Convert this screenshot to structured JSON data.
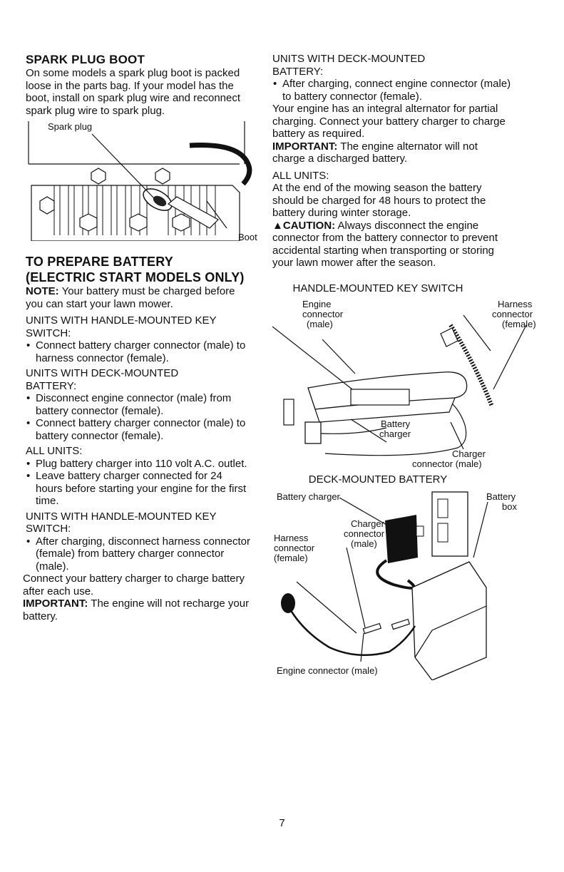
{
  "spark": {
    "heading": "SPARK PLUG BOOT",
    "body": "On some models a spark plug boot is packed loose in the parts bag. If your model has the boot, install on spark plug wire and reconnect spark plug wire to spark plug.",
    "fig_label_plug": "Spark plug",
    "fig_label_boot": "Boot"
  },
  "prepare": {
    "heading_line1": "TO PREPARE BATTERY",
    "heading_line2": "(ELECTRIC START MODELS ONLY)",
    "note_label": "NOTE:",
    "note_text": " Your battery must be charged before you can start your lawn mower.",
    "handle_heading": "UNITS WITH HANDLE-MOUNTED KEY SWITCH:",
    "handle_items": [
      "Connect battery charger connector (male) to harness connector (female)."
    ],
    "deck_heading": "UNITS WITH DECK-MOUNTED BATTERY:",
    "deck_items": [
      "Disconnect engine connector (male) from battery connector (female).",
      "Connect battery charger connector (male) to battery connector (female)."
    ],
    "all_heading": "ALL UNITS:",
    "all_items": [
      "Plug battery charger into 110 volt A.C. outlet.",
      "Leave battery charger connected for 24 hours before starting your engine for the first time."
    ],
    "handle2_heading": "UNITS WITH HANDLE-MOUNTED KEY SWITCH:",
    "handle2_items": [
      "After charging, disconnect harness connector (female) from battery charger connector (male)."
    ],
    "connect_text": "Connect your battery charger to charge battery after each use.",
    "important_label": "IMPORTANT:",
    "important_text": " The engine will not recharge your battery."
  },
  "right": {
    "deck_heading": "UNITS WITH DECK-MOUNTED BATTERY:",
    "deck_items": [
      "After charging, connect engine connector (male) to battery connector (female)."
    ],
    "alternator_text": "Your engine has an integral alternator for partial charging. Connect your battery charger to charge battery as required.",
    "important_label": "IMPORTANT:",
    "important_text": " The engine alternator will not charge a discharged battery.",
    "all_heading": "ALL UNITS:",
    "all_text": "At the end of the mowing season the battery should be charged for 48 hours to protect the battery during winter storage.",
    "caution_icon": "▲",
    "caution_label": "CAUTION:",
    "caution_text": " Always disconnect the engine connector from the battery connector to prevent accidental starting when transporting or storing your lawn mower after the season."
  },
  "fig_handle": {
    "title": "HANDLE-MOUNTED KEY SWITCH",
    "engine_l1": "Engine",
    "engine_l2": "connector",
    "engine_l3": "(male)",
    "harness_l1": "Harness",
    "harness_l2": "connector",
    "harness_l3": "(female)",
    "battery_l1": "Battery",
    "battery_l2": "charger",
    "charger_l1": "Charger",
    "charger_l2": "connector (male)"
  },
  "fig_deck": {
    "title": "DECK-MOUNTED BATTERY",
    "battery_charger": "Battery charger",
    "battery_box_l1": "Battery",
    "battery_box_l2": "box",
    "charger_conn_l1": "Charger",
    "charger_conn_l2": "connector",
    "charger_conn_l3": "(male)",
    "harness_l1": "Harness",
    "harness_l2": "connector",
    "harness_l3": "(female)",
    "engine_conn": "Engine connector (male)"
  },
  "page_number": "7"
}
